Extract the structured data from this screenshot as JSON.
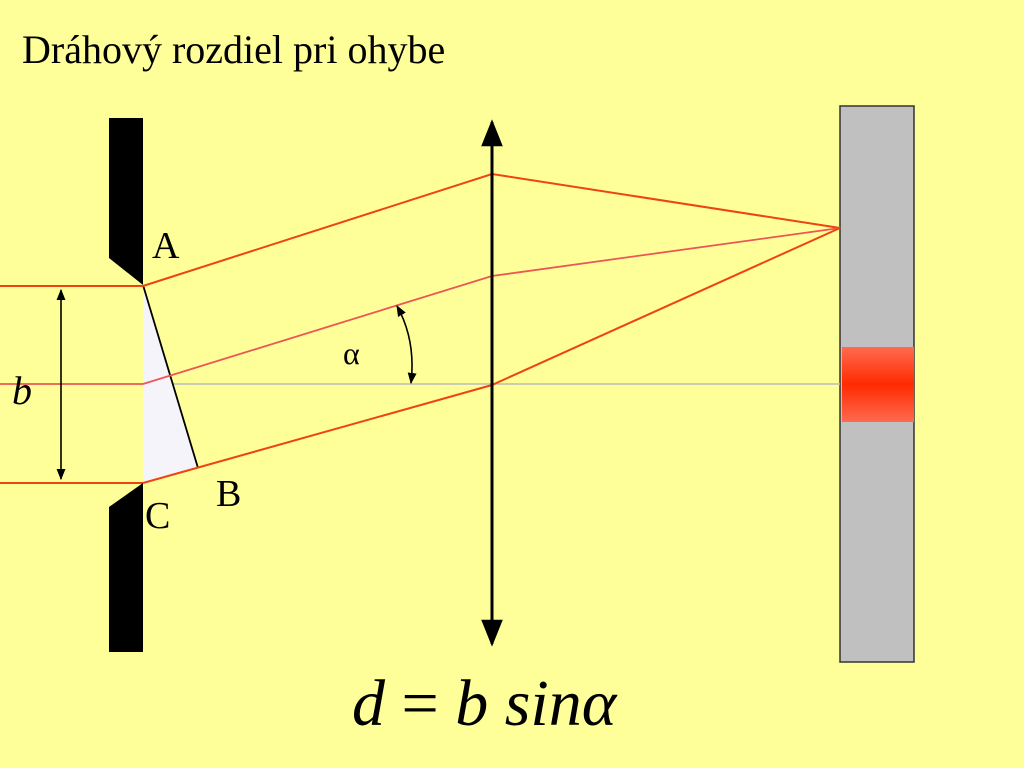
{
  "title": "Dráhový rozdiel pri ohybe",
  "labels": {
    "point_a": "A",
    "point_b": "B",
    "point_c": "C",
    "width_b": "b",
    "angle": "α"
  },
  "formula": {
    "lhs": "d",
    "equals": "=",
    "b": "b",
    "func": "sin",
    "angle": "α"
  },
  "colors": {
    "background": "#ffff99",
    "ray": "#ee4411",
    "ray_center": "#ee5555",
    "slit": "#000000",
    "screen": "#c0c0c0",
    "screen_spot": "#ff3311",
    "axis": "#bbbbbb",
    "triangle_fill": "#f4f4fa"
  }
}
